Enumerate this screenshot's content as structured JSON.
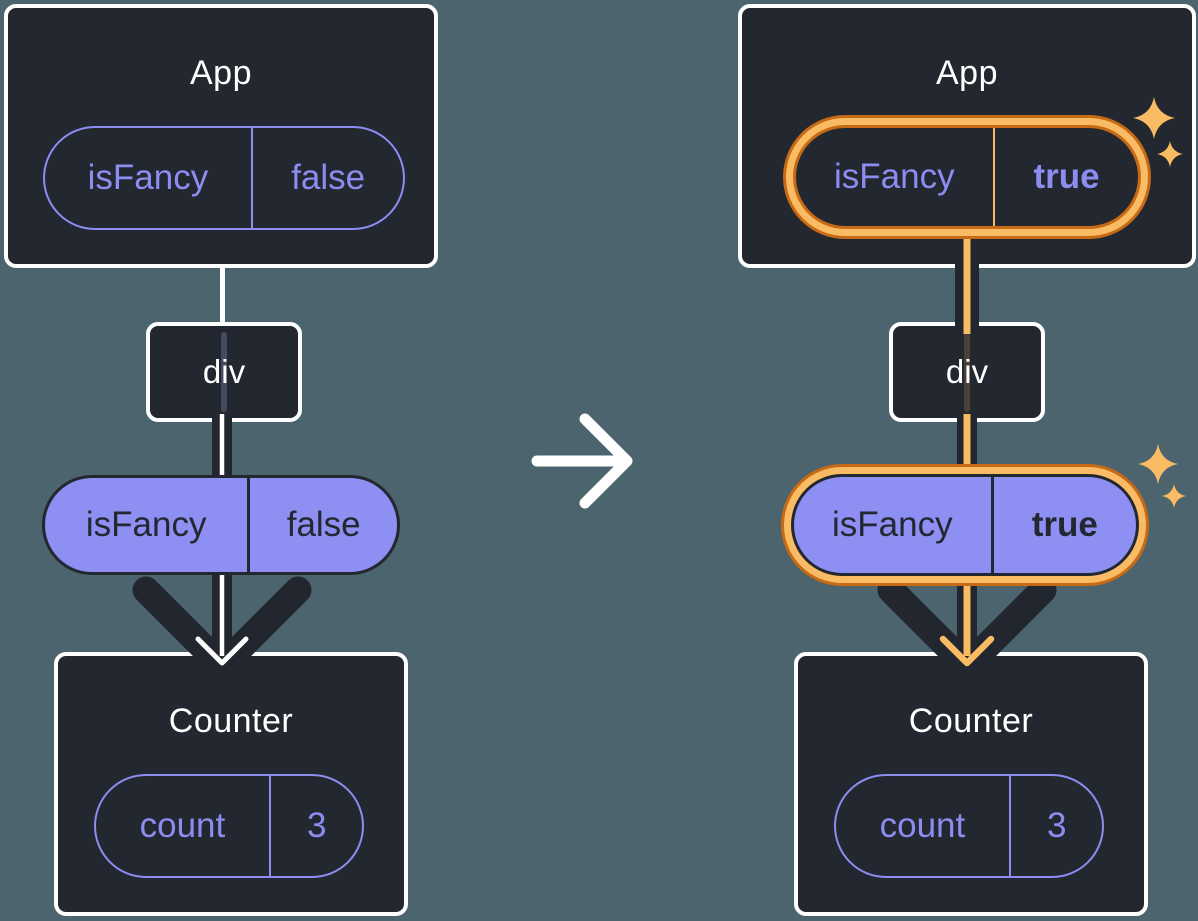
{
  "colors": {
    "background": "#4b646e",
    "card": "#23272f",
    "white": "#ffffff",
    "purple": "#8b8df0",
    "purple_fill": "#8d8ff2",
    "dark": "#23272f",
    "dark_line": "#22262e",
    "orange_light": "#f9bb63",
    "orange_dark": "#c76a15",
    "ghost_purple": "#454b5e",
    "ghost_orange": "#4a4239"
  },
  "diagram": {
    "description": "React component tree before and after state change",
    "before": {
      "app": {
        "title": "App",
        "state_name": "isFancy",
        "state_value": "false"
      },
      "div": {
        "label": "div"
      },
      "prop": {
        "name": "isFancy",
        "value": "false"
      },
      "counter": {
        "title": "Counter",
        "state_name": "count",
        "state_value": "3"
      }
    },
    "after": {
      "app": {
        "title": "App",
        "state_name": "isFancy",
        "state_value": "true"
      },
      "div": {
        "label": "div"
      },
      "prop": {
        "name": "isFancy",
        "value": "true"
      },
      "counter": {
        "title": "Counter",
        "state_name": "count",
        "state_value": "3"
      }
    },
    "icons": {
      "transition": "right-arrow",
      "highlight": "sparkles"
    }
  }
}
